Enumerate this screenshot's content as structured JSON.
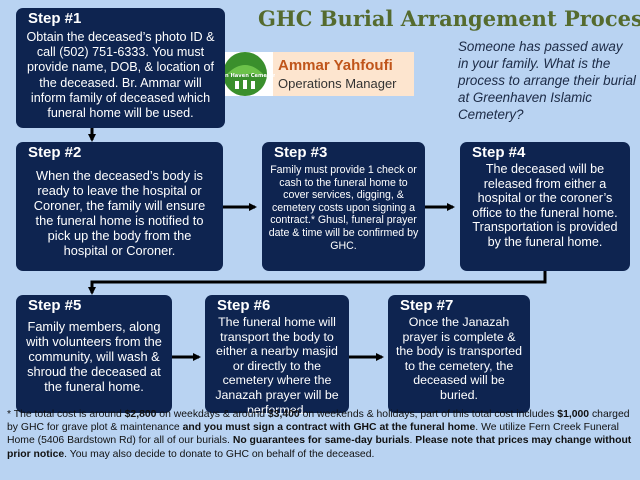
{
  "title": "GHC Burial Arrangement Process",
  "intro": "Someone has passed away in your family. What is the process to arrange their burial at Greenhaven Islamic Cemetery?",
  "contact": {
    "name": "Ammar Yahfoufi",
    "role": "Operations Manager",
    "logo_text": "Green Haven Cemetery"
  },
  "steps": [
    {
      "label": "Step #1",
      "text": "Obtain the deceased’s photo ID & call (502) 751-6333. You must provide name, DOB, & location of the deceased. Br. Ammar will inform family of deceased which funeral home will be used."
    },
    {
      "label": "Step #2",
      "text": "When the deceased’s body is ready to leave the hospital or Coroner, the family will ensure the funeral home is notified to pick up the body from the hospital or Coroner."
    },
    {
      "label": "Step #3",
      "text": "Family must provide 1 check or cash to the funeral home to cover services, digging, & cemetery costs upon signing a contract.* Ghusl, funeral prayer date & time will be confirmed by GHC."
    },
    {
      "label": "Step #4",
      "text": "The deceased will be released from either a hospital or the coroner’s office to the funeral home. Transportation is provided by the funeral home."
    },
    {
      "label": "Step #5",
      "text": "Family members, along with volunteers from the community, will wash & shroud the deceased at the funeral home."
    },
    {
      "label": "Step #6",
      "text": "The funeral home will transport the body to either a nearby masjid or directly to the cemetery where the Janazah prayer will be performed."
    },
    {
      "label": "Step #7",
      "text": "Once the Janazah prayer is complete & the body is transported to the cemetery, the deceased will be buried."
    }
  ],
  "footnote": {
    "p1": "* The total cost is around ",
    "p2": "$2,800",
    "p3": " on weekdays & around ",
    "p4": "$3,400",
    "p5": " on weekends & holidays, part of this total cost includes ",
    "p6": "$1,000",
    "p7": " charged by GHC for grave plot & maintenance ",
    "p8": "and you must sign a contract with GHC at the funeral home",
    "p9": ". We utilize Fern Creek Funeral Home (5406 Bardstown Rd) for all of our burials. ",
    "p10": "No guarantees for same-day burials",
    "p11": ". ",
    "p12": "Please note that prices may change without prior notice",
    "p13": ". You may also decide to donate to GHC on behalf of the deceased."
  },
  "colors": {
    "background": "#b9d3f2",
    "box": "#0e2450",
    "title": "#556b2f",
    "contact_name": "#c0551b",
    "contact_card": "#fde5cf",
    "arrow": "#000000"
  }
}
